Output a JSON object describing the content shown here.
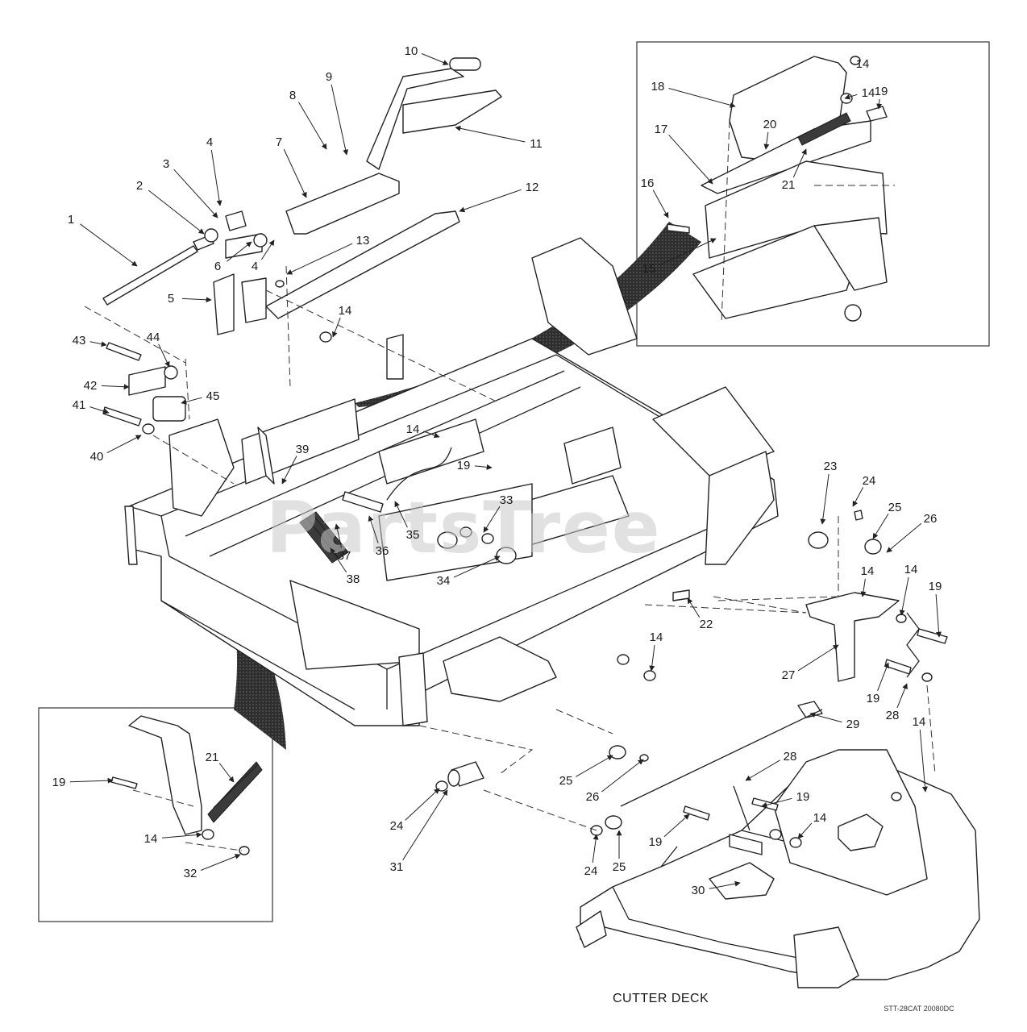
{
  "diagram": {
    "caption": "CUTTER DECK",
    "drawing_code": "STT-28CAT 20080DC",
    "watermark": "PartsTree",
    "callouts": [
      {
        "id": "c1",
        "label": "1"
      },
      {
        "id": "c2",
        "label": "2"
      },
      {
        "id": "c3",
        "label": "3"
      },
      {
        "id": "c4a",
        "label": "4"
      },
      {
        "id": "c4b",
        "label": "4"
      },
      {
        "id": "c5",
        "label": "5"
      },
      {
        "id": "c6",
        "label": "6"
      },
      {
        "id": "c7",
        "label": "7"
      },
      {
        "id": "c8",
        "label": "8"
      },
      {
        "id": "c9",
        "label": "9"
      },
      {
        "id": "c10",
        "label": "10"
      },
      {
        "id": "c11",
        "label": "11"
      },
      {
        "id": "c12",
        "label": "12"
      },
      {
        "id": "c13",
        "label": "13"
      },
      {
        "id": "c14a",
        "label": "14"
      },
      {
        "id": "c14b",
        "label": "14"
      },
      {
        "id": "c14c",
        "label": "14"
      },
      {
        "id": "c14d",
        "label": "14"
      },
      {
        "id": "c14e",
        "label": "14"
      },
      {
        "id": "c14f",
        "label": "14"
      },
      {
        "id": "c14g",
        "label": "14"
      },
      {
        "id": "c14h",
        "label": "14"
      },
      {
        "id": "c14i",
        "label": "14"
      },
      {
        "id": "c14j",
        "label": "14"
      },
      {
        "id": "c15",
        "label": "15"
      },
      {
        "id": "c16",
        "label": "16"
      },
      {
        "id": "c17",
        "label": "17"
      },
      {
        "id": "c18",
        "label": "18"
      },
      {
        "id": "c19a",
        "label": "19"
      },
      {
        "id": "c19b",
        "label": "19"
      },
      {
        "id": "c19c",
        "label": "19"
      },
      {
        "id": "c19d",
        "label": "19"
      },
      {
        "id": "c19e",
        "label": "19"
      },
      {
        "id": "c19f",
        "label": "19"
      },
      {
        "id": "c19g",
        "label": "19"
      },
      {
        "id": "c20",
        "label": "20"
      },
      {
        "id": "c21a",
        "label": "21"
      },
      {
        "id": "c21b",
        "label": "21"
      },
      {
        "id": "c22",
        "label": "22"
      },
      {
        "id": "c23",
        "label": "23"
      },
      {
        "id": "c24a",
        "label": "24"
      },
      {
        "id": "c24b",
        "label": "24"
      },
      {
        "id": "c24c",
        "label": "24"
      },
      {
        "id": "c25a",
        "label": "25"
      },
      {
        "id": "c25b",
        "label": "25"
      },
      {
        "id": "c25c",
        "label": "25"
      },
      {
        "id": "c26a",
        "label": "26"
      },
      {
        "id": "c26b",
        "label": "26"
      },
      {
        "id": "c27",
        "label": "27"
      },
      {
        "id": "c28a",
        "label": "28"
      },
      {
        "id": "c28b",
        "label": "28"
      },
      {
        "id": "c29",
        "label": "29"
      },
      {
        "id": "c30",
        "label": "30"
      },
      {
        "id": "c31",
        "label": "31"
      },
      {
        "id": "c32",
        "label": "32"
      },
      {
        "id": "c33",
        "label": "33"
      },
      {
        "id": "c34",
        "label": "34"
      },
      {
        "id": "c35",
        "label": "35"
      },
      {
        "id": "c36",
        "label": "36"
      },
      {
        "id": "c37",
        "label": "37"
      },
      {
        "id": "c38",
        "label": "38"
      },
      {
        "id": "c39",
        "label": "39"
      },
      {
        "id": "c40",
        "label": "40"
      },
      {
        "id": "c41",
        "label": "41"
      },
      {
        "id": "c42",
        "label": "42"
      },
      {
        "id": "c43",
        "label": "43"
      },
      {
        "id": "c44",
        "label": "44"
      },
      {
        "id": "c45",
        "label": "45"
      }
    ]
  }
}
